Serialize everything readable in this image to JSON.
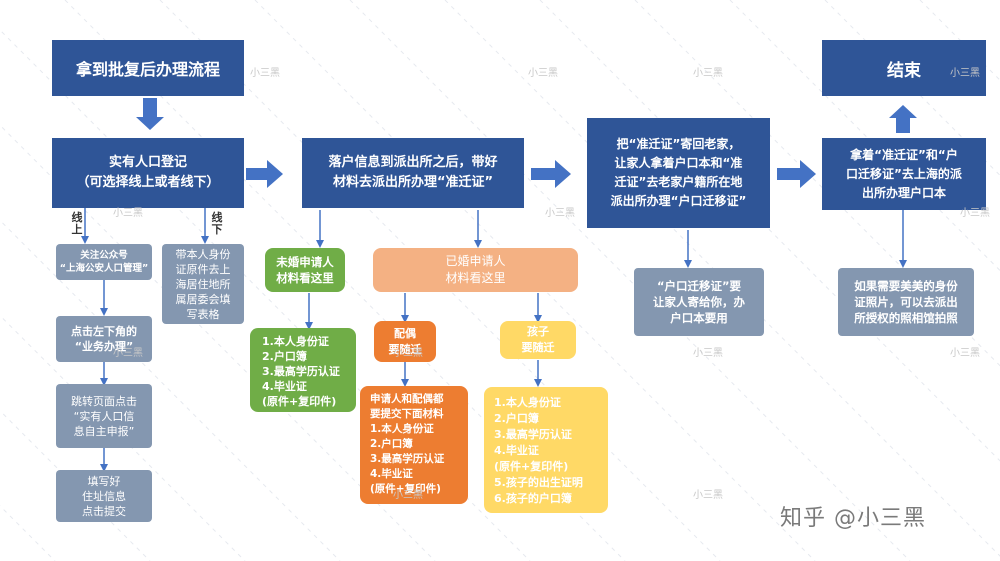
{
  "title": "拿到批复后办理流程",
  "end": "结束",
  "step1": "实有人口登记\n（可选择线上或者线下）",
  "step2": "落户信息到派出所之后，带好\n材料去派出所办理“准迁证”",
  "step3": "把“准迁证”寄回老家，\n让家人拿着户口本和“准\n迁证”去老家户籍所在地\n派出所办理“户口迁移证”",
  "step4": "拿着“准迁证”和“户\n口迁移证”去上海的派\n出所办理户口本",
  "online_label": "线\n上",
  "offline_label": "线\n下",
  "online_steps": [
    "关注公众号\n“上海公安人口管理”",
    "点击左下角的\n“业务办理”",
    "跳转页面点击\n“实有人口信\n息自主申报”",
    "填写好\n住址信息\n点击提交"
  ],
  "offline_note": "带本人身份\n证原件去上\n海居住地所\n属居委会填\n写表格",
  "unmarried_header": "未婚申请人\n材料看这里",
  "unmarried_materials": "1.本人身份证\n2.户口簿\n3.最高学历认证\n4.毕业证\n  (原件+复印件)",
  "married_header": "已婚申请人\n材料看这里",
  "spouse_header": "配偶\n要随迁",
  "spouse_materials": "申请人和配偶都\n要提交下面材料\n1.本人身份证\n2.户口簿\n3.最高学历认证\n4.毕业证\n  (原件+复印件)",
  "child_header": "孩子\n要随迁",
  "child_materials": "1.本人身份证\n2.户口簿\n3.最高学历认证\n4.毕业证\n  (原件+复印件)\n5.孩子的出生证明\n6.孩子的户口簿",
  "step3_note": "“户口迁移证”要\n让家人寄给你，办\n户口本要用",
  "step4_note": "如果需要美美的身份\n证照片，可以去派出\n所授权的照相馆拍照",
  "watermark_small": "小三黑",
  "watermark_main": "知乎 @小三黑",
  "colors": {
    "navy": "#2f5597",
    "gray": "#8497b0",
    "green": "#70ad47",
    "peach": "#f4b183",
    "orange": "#ed7d31",
    "yellow": "#ffd966",
    "arrow": "#4472c4"
  }
}
